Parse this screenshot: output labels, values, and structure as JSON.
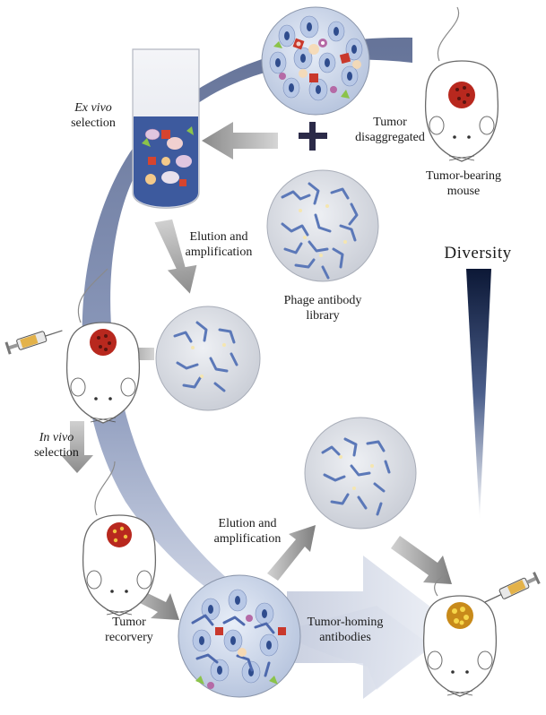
{
  "labels": {
    "ex_vivo_1": "Ex vivo",
    "ex_vivo_2": "selection",
    "tumor_1": "Tumor",
    "tumor_2": "disaggregated",
    "tumor_bearing_1": "Tumor-bearing",
    "tumor_bearing_2": "mouse",
    "elution1_1": "Elution and",
    "elution1_2": "amplification",
    "diversity": "Diversity",
    "phage_1": "Phage antibody",
    "phage_2": "library",
    "in_vivo_1": "In vivo",
    "in_vivo_2": "selection",
    "elution2_1": "Elution and",
    "elution2_2": "amplification",
    "tumor_recovery_1": "Tumor",
    "tumor_recovery_2": "recorvery",
    "homing_1": "Tumor-homing",
    "homing_2": "antibodies"
  },
  "colors": {
    "cycle_arc": "#6f7da0",
    "cycle_arc_light": "#c5cde0",
    "antibody": "#5b78b8",
    "phage_circle": "#d9dce3",
    "tube_liquid": "#3d5a9e",
    "tumor_red": "#b8281e",
    "tumor_yellow": "#f0c040",
    "diversity_dark": "#0f1c3d"
  }
}
